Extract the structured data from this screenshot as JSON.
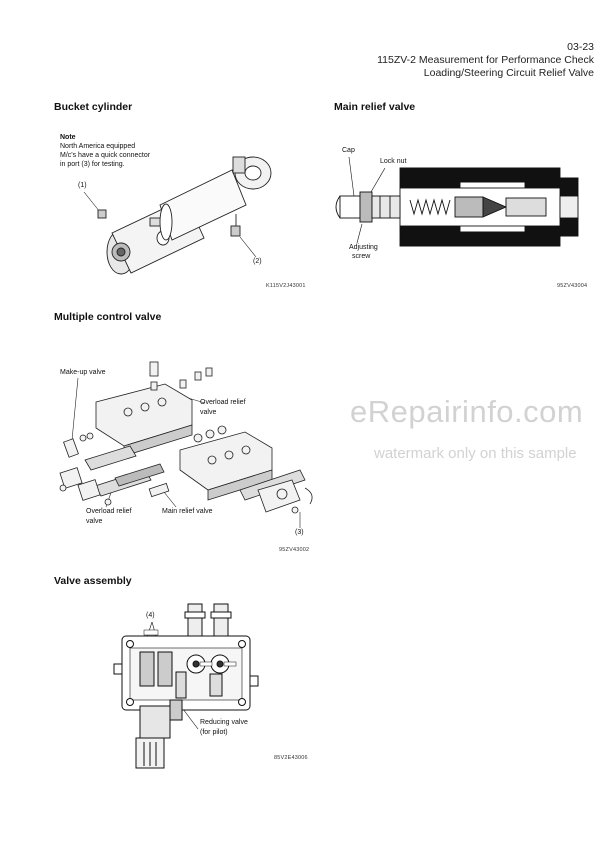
{
  "header": {
    "page_number": "03-23",
    "title": "115ZV-2 Measurement for Performance Check",
    "subtitle": "Loading/Steering Circuit Relief Valve"
  },
  "sections": {
    "bucket_cylinder": {
      "heading": "Bucket cylinder",
      "note_title": "Note",
      "note_lines": [
        "North America equipped",
        "M/c's have a quick connector",
        "in port (3) for testing."
      ],
      "callout_1": "(1)",
      "callout_2": "(2)",
      "figure_code": "K115V2J43001"
    },
    "main_relief_valve": {
      "heading": "Main relief valve",
      "label_cap": "Cap",
      "label_lock_nut": "Lock nut",
      "label_adjusting_1": "Adjusting",
      "label_adjusting_2": "screw",
      "figure_code": "95ZV43004"
    },
    "multiple_control_valve": {
      "heading": "Multiple control valve",
      "label_makeup": "Make-up valve",
      "label_overload_top_1": "Overload relief",
      "label_overload_top_2": "valve",
      "label_overload_bottom_1": "Overload relief",
      "label_overload_bottom_2": "valve",
      "label_main_relief": "Main relief valve",
      "callout_3": "(3)",
      "figure_code": "95ZV43002"
    },
    "valve_assembly": {
      "heading": "Valve assembly",
      "callout_4": "(4)",
      "label_reducing_1": "Reducing valve",
      "label_reducing_2": "(for pilot)",
      "figure_code": "85V2E43006"
    }
  },
  "watermark": {
    "brand": "eRepairinfo.com",
    "note": "watermark only on this sample"
  }
}
